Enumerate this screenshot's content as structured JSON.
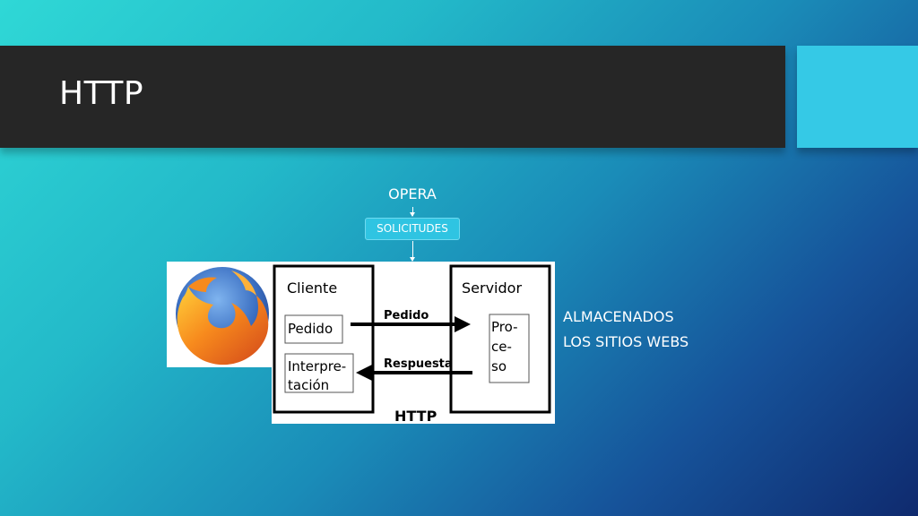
{
  "slide": {
    "title": "HTTP"
  },
  "flow": {
    "top_label": "OPERA",
    "middle_label": "SOLICITUDES"
  },
  "diagram": {
    "client_title": "Cliente",
    "server_title": "Servidor",
    "request_box": "Pedido",
    "interpret_box_line1": "Interpre-",
    "interpret_box_line2": "tación",
    "process_line1": "Pro-",
    "process_line2": "ce-",
    "process_line3": "so",
    "arrow_request_label": "Pedido",
    "arrow_response_label": "Respuesta",
    "caption": "HTTP"
  },
  "side_note": {
    "line1": "ALMACENADOS",
    "line2": "LOS SITIOS WEBS"
  },
  "colors": {
    "title_bar": "#262626",
    "accent": "#35c9e6",
    "solicitudes_fill": "#2fc4e2"
  },
  "icons": {
    "browser_logo": "firefox-logo"
  }
}
